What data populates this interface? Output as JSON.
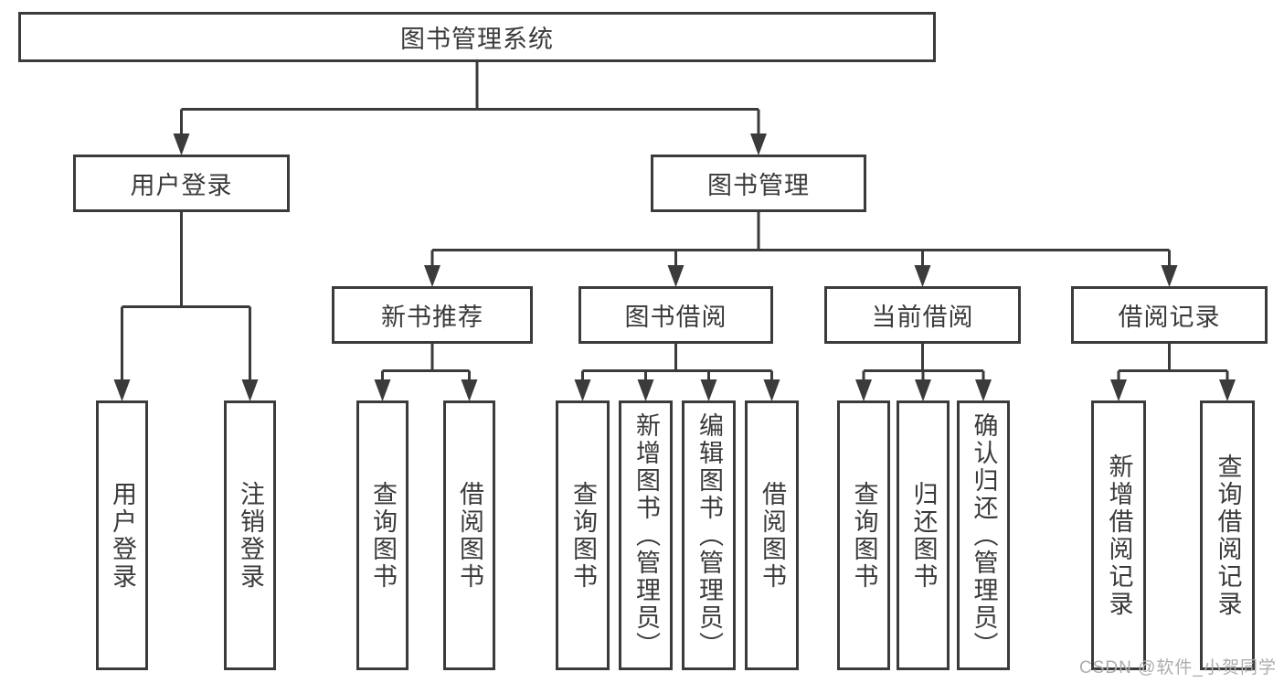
{
  "colors": {
    "background": "#ffffff",
    "line": "#3b3b3b",
    "box_border": "#3b3b3b",
    "box_background": "#ffffff",
    "text": "#3a3a3a",
    "watermark": "#adadad"
  },
  "tree": {
    "label": "图书管理系统",
    "children": [
      {
        "label": "用户登录",
        "children": [
          {
            "label": "用户登录"
          },
          {
            "label": "注销登录"
          }
        ]
      },
      {
        "label": "图书管理",
        "children": [
          {
            "label": "新书推荐",
            "children": [
              {
                "label": "查询图书"
              },
              {
                "label": "借阅图书"
              }
            ]
          },
          {
            "label": "图书借阅",
            "children": [
              {
                "label": "查询图书"
              },
              {
                "label": "新增图书（管理员）"
              },
              {
                "label": "编辑图书（管理员）"
              },
              {
                "label": "借阅图书"
              }
            ]
          },
          {
            "label": "当前借阅",
            "children": [
              {
                "label": "查询图书"
              },
              {
                "label": "归还图书"
              },
              {
                "label": "确认归还（管理员）"
              }
            ]
          },
          {
            "label": "借阅记录",
            "children": [
              {
                "label": "新增借阅记录"
              },
              {
                "label": "查询借阅记录"
              }
            ]
          }
        ]
      }
    ]
  },
  "watermark": {
    "text": "CSDN @软件_小贺同学"
  }
}
